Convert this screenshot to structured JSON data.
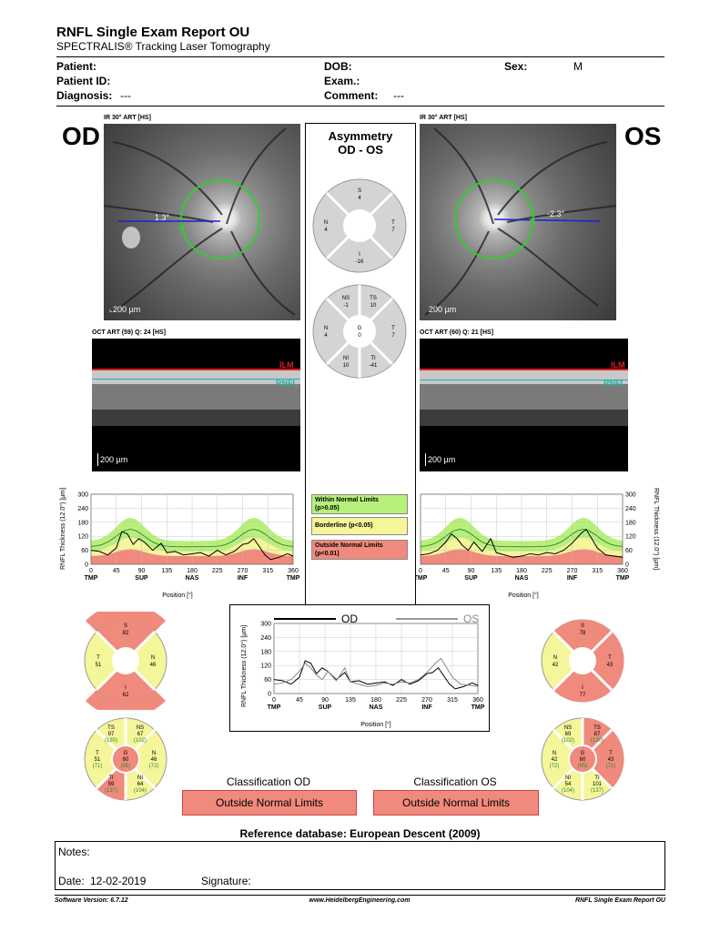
{
  "header": {
    "title": "RNFL Single Exam Report OU",
    "subtitle": "SPECTRALIS® Tracking Laser Tomography"
  },
  "patient_info": {
    "patient_label": "Patient:",
    "patient_id_label": "Patient ID:",
    "diagnosis_label": "Diagnosis:",
    "diagnosis_value": "---",
    "dob_label": "DOB:",
    "exam_label": "Exam.:",
    "comment_label": "Comment:",
    "comment_value": "---",
    "sex_label": "Sex:",
    "sex_value": "M"
  },
  "od": {
    "eye_label": "OD",
    "ir_label": "IR 30° ART [HS]",
    "angle": "1.3°",
    "scale_ir": "200 µm",
    "oct_label": "OCT ART (59) Q: 24 [HS]",
    "scale_oct": "200 µm",
    "ilm": "ILM",
    "rnfl": "RNFL",
    "classification_title": "Classification OD",
    "classification_value": "Outside Normal Limits",
    "sectors": {
      "s": "S",
      "s_val": "82",
      "t": "T",
      "t_val": "51",
      "n": "N",
      "n_val": "46",
      "i": "I",
      "i_val": "62"
    },
    "sectors6": {
      "ts": "TS",
      "ts_val": "97",
      "ts_ref": "(130)",
      "ns": "NS",
      "ns_val": "67",
      "ns_ref": "(102)",
      "t": "T",
      "t_val": "51",
      "t_ref": "(71)",
      "g": "G",
      "g_val": "60",
      "g_ref": "(95)",
      "n": "N",
      "n_val": "46",
      "n_ref": "(72)",
      "ti": "TI",
      "ti_val": "59",
      "ti_ref": "(137)",
      "ni": "NI",
      "ni_val": "64",
      "ni_ref": "(104)"
    }
  },
  "os": {
    "eye_label": "OS",
    "ir_label": "IR 30° ART [HS]",
    "angle": "-2.3°",
    "scale_ir": "200 µm",
    "oct_label": "OCT ART (60) Q: 21 [HS]",
    "scale_oct": "200 µm",
    "ilm": "ILM",
    "rnfl": "RNFL",
    "classification_title": "Classification OS",
    "classification_value": "Outside Normal Limits",
    "sectors": {
      "s": "S",
      "s_val": "78",
      "t": "T",
      "t_val": "43",
      "n": "N",
      "n_val": "42",
      "i": "I",
      "i_val": "77"
    },
    "sectors6": {
      "ns": "NS",
      "ns_val": "69",
      "ns_ref": "(102)",
      "ts": "TS",
      "ts_val": "87",
      "ts_ref": "(130)",
      "n": "N",
      "n_val": "42",
      "n_ref": "(72)",
      "g": "G",
      "g_val": "60",
      "g_ref": "(95)",
      "t": "T",
      "t_val": "43",
      "t_ref": "(71)",
      "ni": "NI",
      "ni_val": "54",
      "ni_ref": "(104)",
      "ti": "TI",
      "ti_val": "101",
      "ti_ref": "(137)"
    }
  },
  "asymmetry": {
    "title": "Asymmetry",
    "subtitle": "OD - OS",
    "q4": {
      "s": "S",
      "s_val": "4",
      "n": "N",
      "n_val": "4",
      "t": "T",
      "t_val": "7",
      "i": "I",
      "i_val": "-16"
    },
    "q6": {
      "ns": "NS",
      "ns_val": "-1",
      "ts": "TS",
      "ts_val": "10",
      "n": "N",
      "n_val": "4",
      "g": "G",
      "g_val": "0",
      "t": "T",
      "t_val": "7",
      "ni": "NI",
      "ni_val": "10",
      "ti": "TI",
      "ti_val": "-41"
    }
  },
  "legend": {
    "within": "Within Normal Limits\n(p>0.05)",
    "borderline": "Borderline (p<0.05)",
    "outside": "Outside Normal Limits\n(p<0.01)"
  },
  "chart_data": [
    {
      "type": "area",
      "title": "",
      "ylabel": "RNFL Thickness (12.0°) [µm]",
      "xlabel": "Position [°]",
      "x_ticks": [
        0,
        45,
        90,
        135,
        180,
        225,
        270,
        315,
        360
      ],
      "x_sector_labels": [
        "TMP",
        "SUP",
        "NAS",
        "INF",
        "TMP"
      ],
      "y_ticks": [
        0,
        60,
        120,
        180,
        240,
        300
      ],
      "ylim": [
        0,
        300
      ],
      "series": [
        {
          "name": "OD",
          "x": [
            0,
            15,
            30,
            45,
            55,
            65,
            75,
            85,
            95,
            110,
            125,
            135,
            150,
            165,
            180,
            195,
            210,
            225,
            240,
            255,
            270,
            280,
            290,
            300,
            310,
            320,
            335,
            350,
            360
          ],
          "values": [
            60,
            55,
            40,
            70,
            140,
            130,
            85,
            110,
            95,
            60,
            90,
            50,
            55,
            40,
            45,
            50,
            35,
            60,
            40,
            55,
            85,
            90,
            110,
            75,
            40,
            20,
            30,
            45,
            35
          ]
        }
      ]
    },
    {
      "type": "area",
      "title": "",
      "ylabel": "RNFL Thickness (12.0°) [µm]",
      "xlabel": "Position [°]",
      "x_ticks": [
        0,
        45,
        90,
        135,
        180,
        225,
        270,
        315,
        360
      ],
      "x_sector_labels": [
        "TMP",
        "SUP",
        "NAS",
        "INF",
        "TMP"
      ],
      "y_ticks": [
        0,
        60,
        120,
        180,
        240,
        300
      ],
      "ylim": [
        0,
        300
      ],
      "series": [
        {
          "name": "OS",
          "x": [
            0,
            15,
            30,
            45,
            55,
            65,
            75,
            85,
            95,
            110,
            125,
            135,
            150,
            165,
            180,
            195,
            210,
            225,
            240,
            255,
            270,
            285,
            295,
            305,
            315,
            330,
            345,
            360
          ],
          "values": [
            40,
            45,
            60,
            95,
            130,
            110,
            80,
            60,
            95,
            55,
            110,
            50,
            40,
            30,
            35,
            45,
            40,
            50,
            45,
            60,
            90,
            130,
            150,
            110,
            70,
            40,
            35,
            30
          ]
        }
      ]
    },
    {
      "type": "line",
      "title": "",
      "ylabel": "RNFL Thickness (12.0°) [µm]",
      "xlabel": "Position [°]",
      "x_ticks": [
        0,
        45,
        90,
        135,
        180,
        225,
        270,
        315,
        360
      ],
      "x_sector_labels": [
        "TMP",
        "SUP",
        "NAS",
        "INF",
        "TMP"
      ],
      "y_ticks": [
        0,
        60,
        120,
        180,
        240,
        300
      ],
      "ylim": [
        0,
        300
      ],
      "series": [
        {
          "name": "OD",
          "x": [
            0,
            15,
            30,
            45,
            55,
            65,
            75,
            85,
            95,
            110,
            125,
            135,
            150,
            165,
            180,
            195,
            210,
            225,
            240,
            255,
            270,
            280,
            290,
            300,
            310,
            320,
            335,
            350,
            360
          ],
          "values": [
            60,
            55,
            40,
            70,
            140,
            130,
            85,
            110,
            95,
            60,
            90,
            50,
            55,
            40,
            45,
            50,
            35,
            60,
            40,
            55,
            85,
            90,
            110,
            75,
            40,
            20,
            30,
            45,
            35
          ]
        },
        {
          "name": "OS",
          "x": [
            0,
            15,
            30,
            45,
            55,
            65,
            75,
            85,
            95,
            110,
            125,
            135,
            150,
            165,
            180,
            195,
            210,
            225,
            240,
            255,
            270,
            285,
            295,
            305,
            315,
            330,
            345,
            360
          ],
          "values": [
            40,
            45,
            60,
            95,
            130,
            110,
            80,
            60,
            95,
            55,
            110,
            50,
            40,
            30,
            35,
            45,
            40,
            50,
            45,
            60,
            90,
            130,
            150,
            110,
            70,
            40,
            35,
            30
          ]
        }
      ]
    }
  ],
  "footer": {
    "reference": "Reference database: European Descent (2009)",
    "notes_label": "Notes:",
    "date_label": "Date:",
    "date_value": "12-02-2019",
    "signature_label": "Signature:",
    "software": "Software Version: 6.7.12",
    "website": "www.HeidelbergEngineering.com",
    "report": "RNFL Single Exam Report OU"
  },
  "colors": {
    "within": "#b6f07a",
    "borderline": "#f5f59a",
    "outside": "#f08a7d",
    "sector_grey": "#d4d4d4",
    "circle_green": "#33cc33",
    "scan_line": "#2020d0"
  }
}
